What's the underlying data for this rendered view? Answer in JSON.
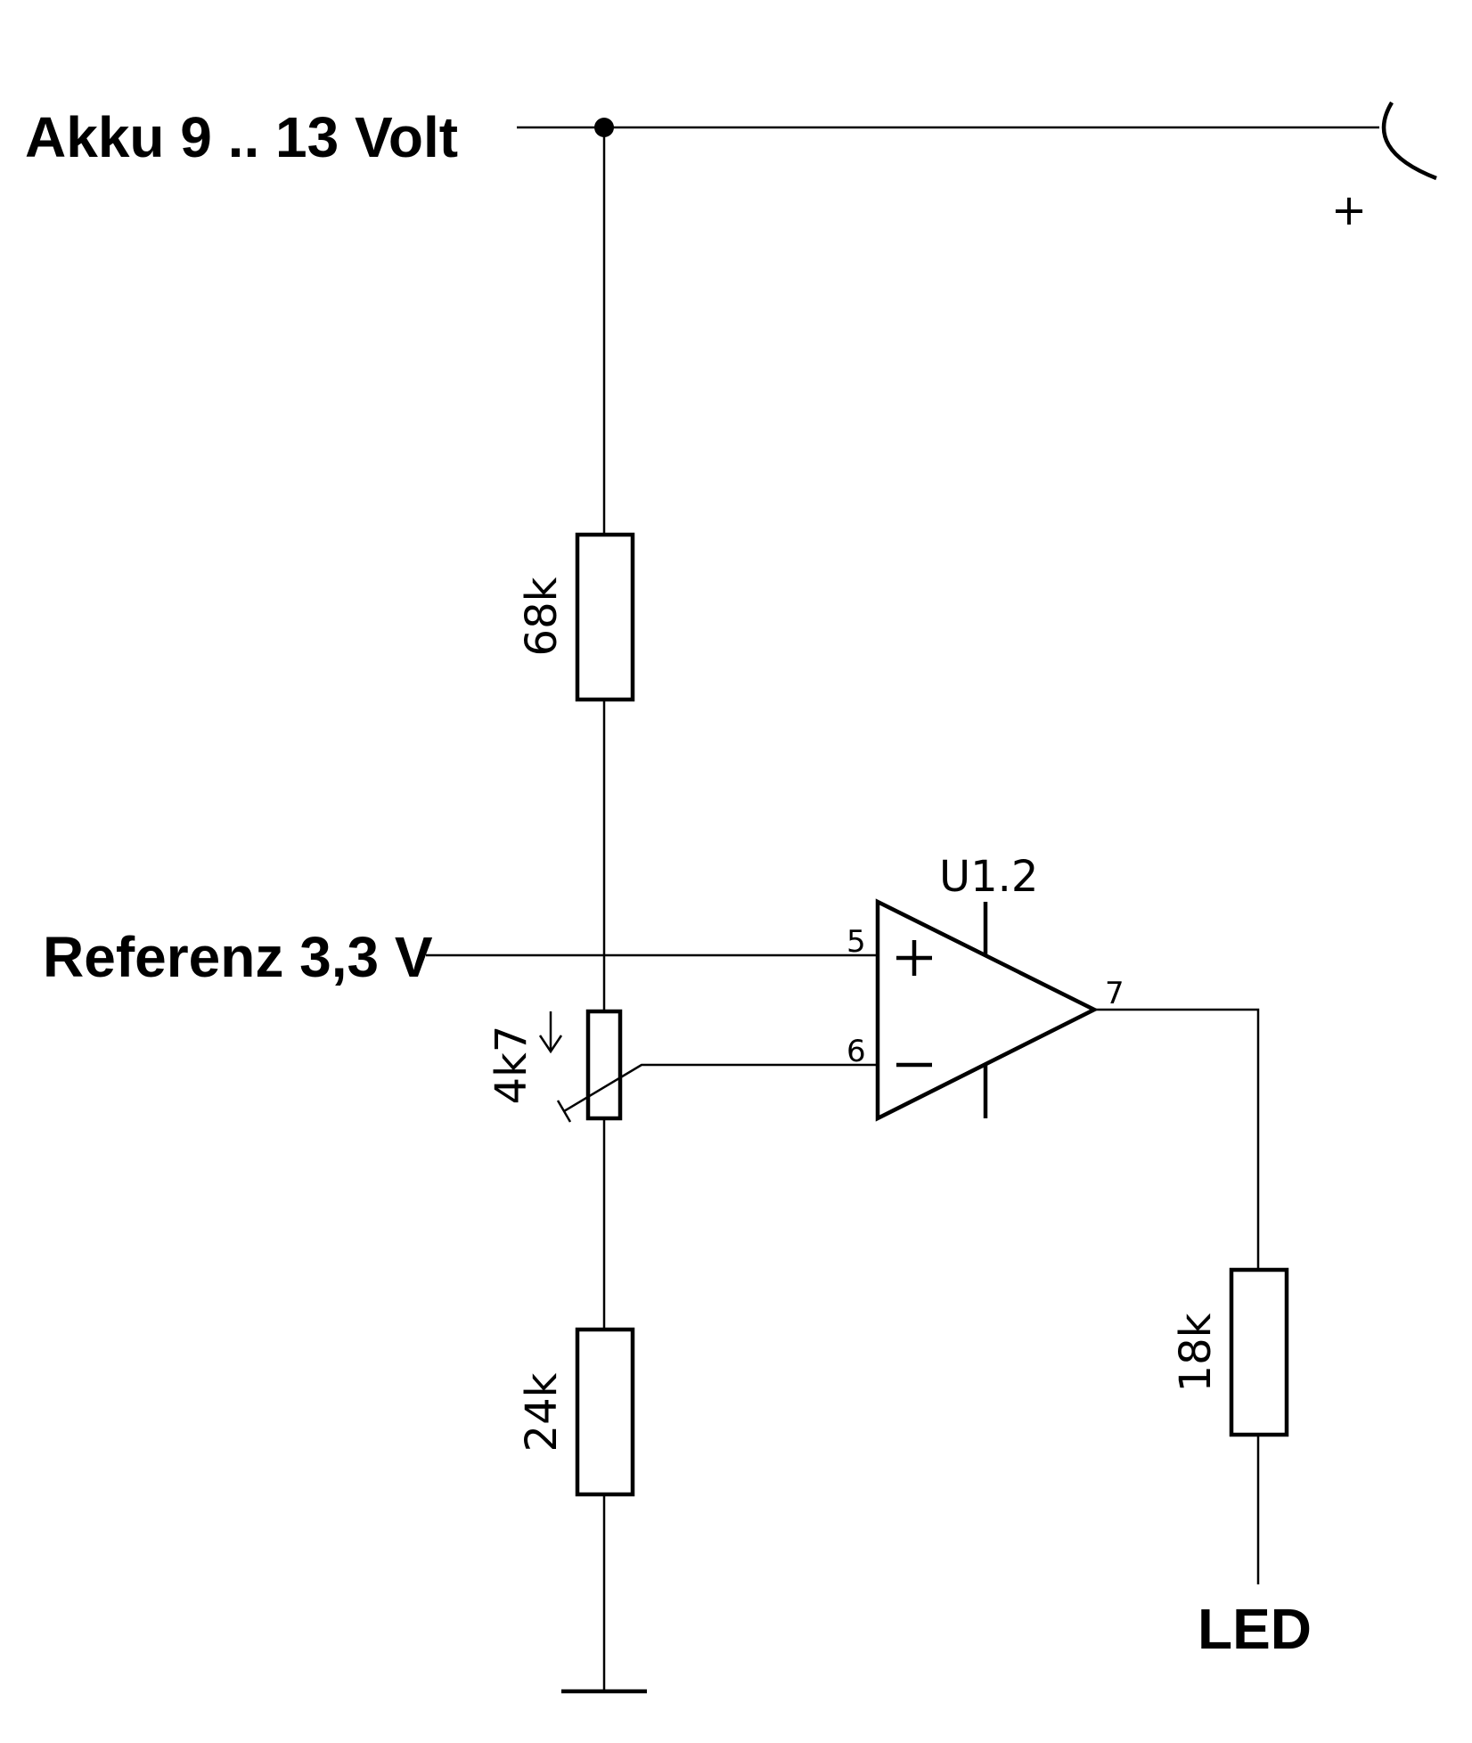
{
  "labels": {
    "supply": "Akku 9 .. 13 Volt",
    "reference": "Referenz 3,3 V",
    "led": "LED",
    "opamp": "U1.2",
    "plus_terminal": "+"
  },
  "components": {
    "r_top": "68k",
    "pot": "4k7",
    "r_bottom": "24k",
    "r_out": "18k"
  },
  "pins": {
    "noninverting": "5",
    "inverting": "6",
    "output": "7"
  },
  "colors": {
    "ink": "#000000",
    "background": "#ffffff"
  }
}
